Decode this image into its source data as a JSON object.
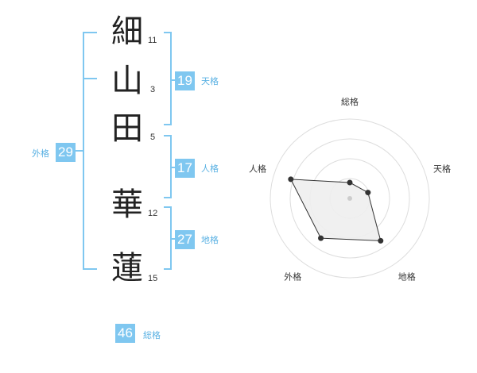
{
  "name_characters": [
    {
      "char": "細",
      "strokes": "11"
    },
    {
      "char": "山",
      "strokes": "3"
    },
    {
      "char": "田",
      "strokes": "5"
    },
    {
      "char": "華",
      "strokes": "12"
    },
    {
      "char": "蓮",
      "strokes": "15"
    }
  ],
  "fortune": {
    "tenkaku": {
      "label": "天格",
      "value": "19"
    },
    "jinkaku": {
      "label": "人格",
      "value": "17"
    },
    "chikaku": {
      "label": "地格",
      "value": "27"
    },
    "gaikaku": {
      "label": "外格",
      "value": "29"
    },
    "soukaku": {
      "label": "総格",
      "value": "46"
    }
  },
  "colors": {
    "accent": "#7fc7f0",
    "accent_text": "#5ab1e3",
    "radar_fill": "#eeeeee",
    "radar_line": "#333333",
    "ring": "#dddddd"
  },
  "chart_data": {
    "type": "radar",
    "axes": [
      "総格",
      "天格",
      "地格",
      "外格",
      "人格"
    ],
    "rings": 4,
    "values": [
      1,
      1.2,
      3.3,
      3.1,
      3.9
    ],
    "max": 5
  }
}
